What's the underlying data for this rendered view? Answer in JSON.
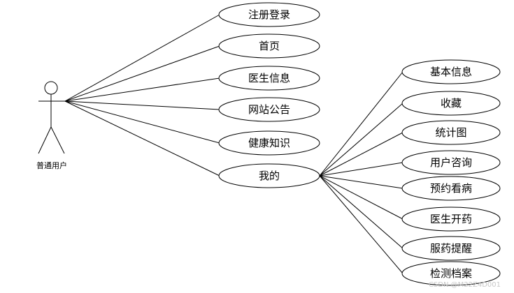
{
  "actor": {
    "label": "普通用户"
  },
  "primary_use_cases": [
    {
      "id": "register-login",
      "label": "注册登录"
    },
    {
      "id": "home",
      "label": "首页"
    },
    {
      "id": "doctor-info",
      "label": "医生信息"
    },
    {
      "id": "site-notice",
      "label": "网站公告"
    },
    {
      "id": "health-knowledge",
      "label": "健康知识"
    },
    {
      "id": "mine",
      "label": "我的"
    }
  ],
  "sub_use_cases": [
    {
      "id": "basic-info",
      "label": "基本信息"
    },
    {
      "id": "favorites",
      "label": "收藏"
    },
    {
      "id": "statistics-chart",
      "label": "统计图"
    },
    {
      "id": "user-consult",
      "label": "用户咨询"
    },
    {
      "id": "appointment",
      "label": "预约看病"
    },
    {
      "id": "doctor-prescribe",
      "label": "医生开药"
    },
    {
      "id": "medication-reminder",
      "label": "服药提醒"
    },
    {
      "id": "test-records",
      "label": "检测档案"
    }
  ],
  "watermark": "CSDN @M22Z4D001",
  "colors": {
    "stroke": "#000000",
    "fill": "#ffffff",
    "watermark": "#c8c8c8"
  }
}
